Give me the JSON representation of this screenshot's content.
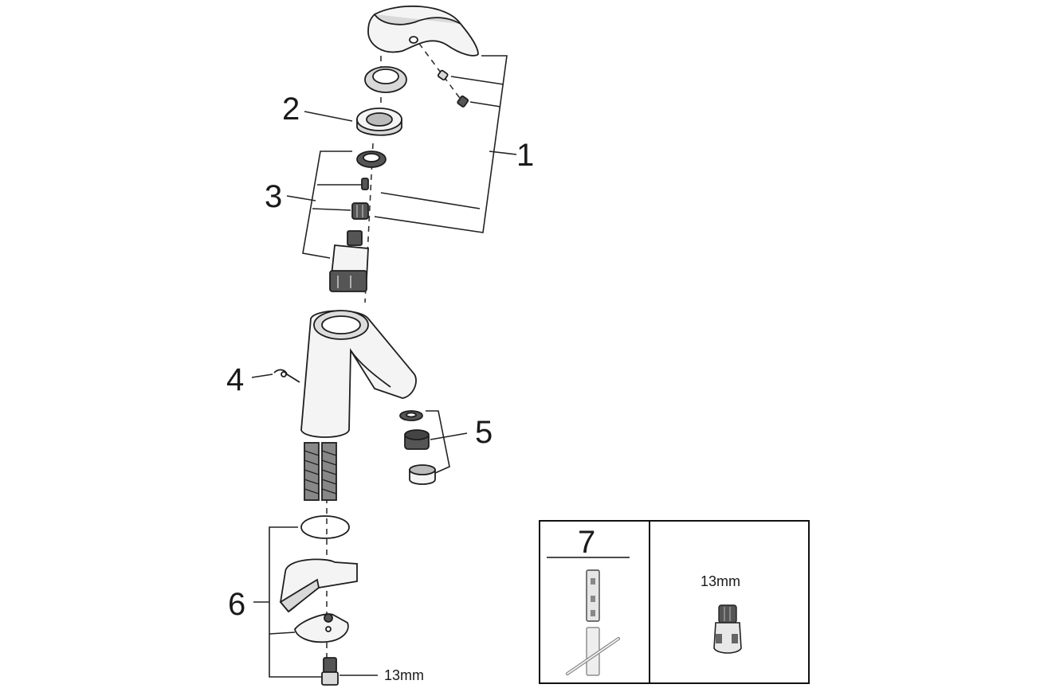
{
  "labels": {
    "p1": "1",
    "p2": "2",
    "p3": "3",
    "p4": "4",
    "p5": "5",
    "p6": "6",
    "p7": "7",
    "size_nut": "13mm",
    "size_tool": "13mm"
  }
}
